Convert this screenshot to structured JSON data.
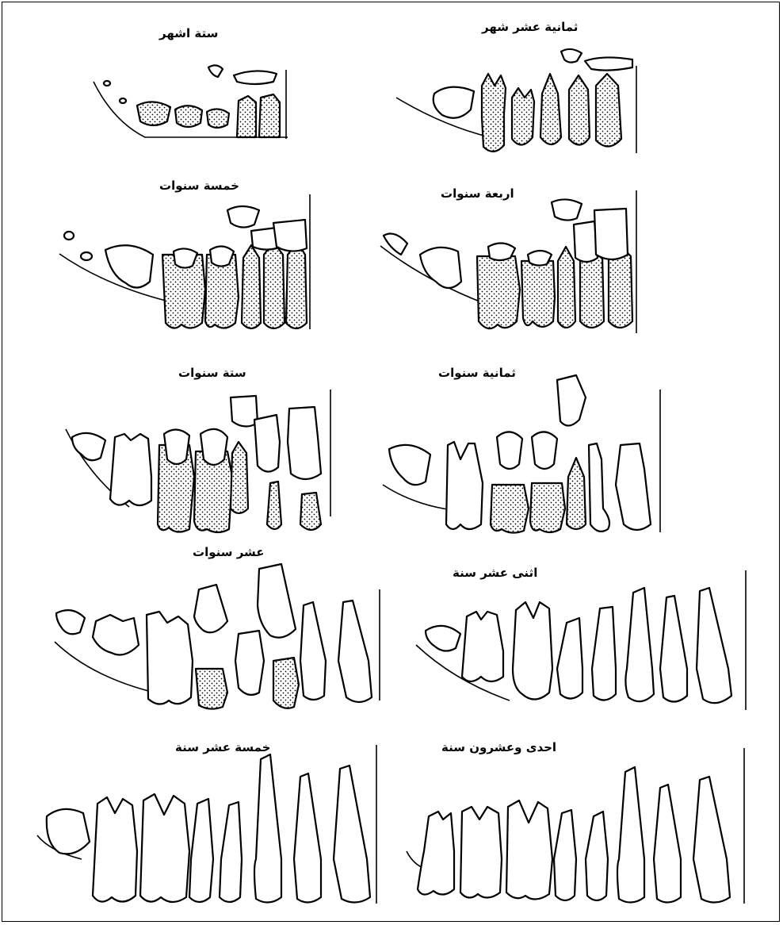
{
  "figure": {
    "panels": [
      {
        "key": "m18",
        "label": "ثمانية عشر شهر"
      },
      {
        "key": "m6",
        "label": "ستة اشهر"
      },
      {
        "key": "y4",
        "label": "اربعة سنوات"
      },
      {
        "key": "y5",
        "label": "خمسة سنوات"
      },
      {
        "key": "y8",
        "label": "ثمانية سنوات"
      },
      {
        "key": "y6",
        "label": "ستة سنوات"
      },
      {
        "key": "y12",
        "label": "اثنى عشر سنة"
      },
      {
        "key": "y10",
        "label": "عشر سنوات"
      },
      {
        "key": "y21",
        "label": "احدى وعشرون سنة"
      },
      {
        "key": "y15",
        "label": "خمسة عشر سنة"
      }
    ]
  }
}
